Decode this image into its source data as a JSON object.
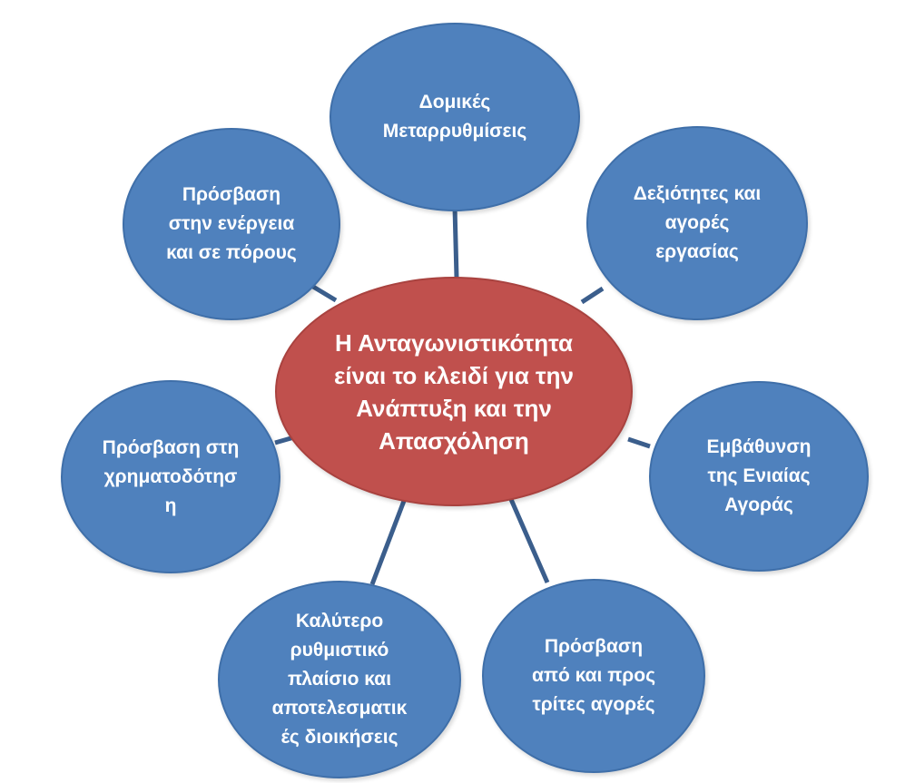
{
  "diagram": {
    "center": {
      "label": "Η Ανταγωνιστικότητα\nείναι το κλειδί για την\nΑνάπτυξη και την\nΑπασχόληση"
    },
    "nodes": [
      {
        "label": "Δομικές\nΜεταρρυθμίσεις"
      },
      {
        "label": "Δεξιότητες και\nαγορές\nεργασίας"
      },
      {
        "label": "Εμβάθυνση\nτης Ενιαίας\nΑγοράς"
      },
      {
        "label": "Πρόσβαση\nαπό και προς\nτρίτες αγορές"
      },
      {
        "label": "Καλύτερο\nρυθμιστικό\nπλαίσιο και\nαποτελεσματικ\nές  διοικήσεις"
      },
      {
        "label": "Πρόσβαση στη\nχρηματοδότησ\nη"
      },
      {
        "label": "Πρόσβαση\nστην ενέργεια\nκαι σε πόρους"
      }
    ],
    "colors": {
      "center_fill": "#c0504d",
      "node_fill": "#4f81bd",
      "connector": "#3b5e8c",
      "text": "#ffffff"
    }
  }
}
